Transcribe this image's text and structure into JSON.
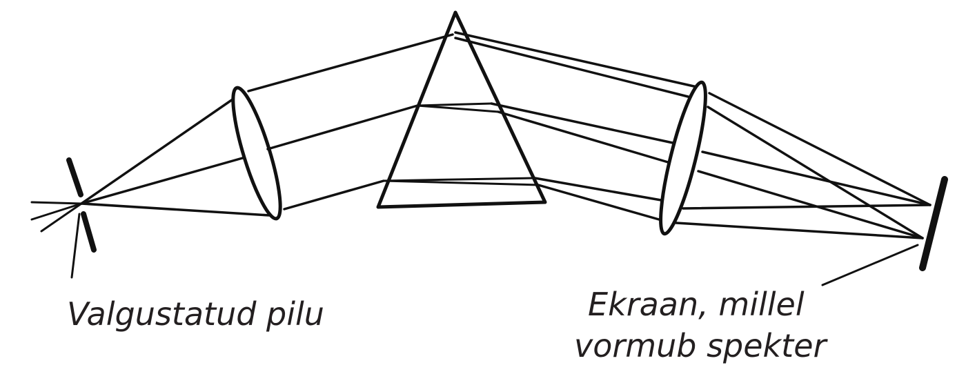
{
  "labels": {
    "slit": "Valgustatud pilu",
    "screen_line1": "Ekraan, millel",
    "screen_line2": "vormub spekter"
  },
  "colors": {
    "ink": "#111111",
    "text": "#231f20"
  }
}
